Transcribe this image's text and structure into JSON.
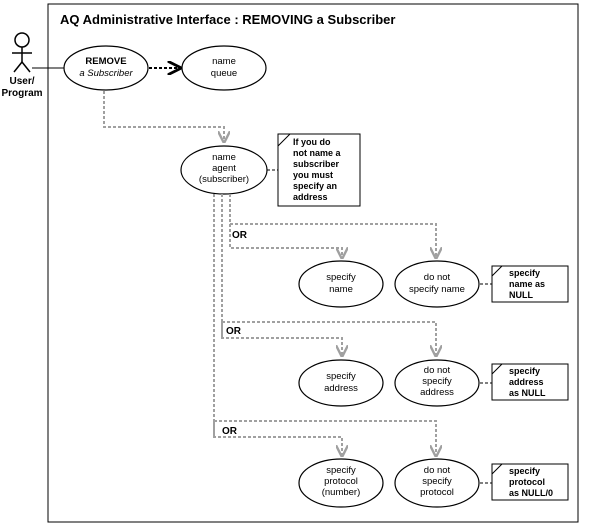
{
  "title": "AQ Administrative Interface : REMOVING a Subscriber",
  "actor": {
    "label_line1": "User/",
    "label_line2": "Program"
  },
  "nodes": {
    "remove": {
      "line1": "REMOVE",
      "line2": "a Subscriber"
    },
    "queue": {
      "line1": "name",
      "line2": "queue"
    },
    "agent": {
      "line1": "name",
      "line2": "agent",
      "line3": "(subscriber)"
    },
    "specify_name": {
      "line1": "specify",
      "line2": "name"
    },
    "not_name": {
      "line1": "do not",
      "line2": "specify name"
    },
    "specify_address": {
      "line1": "specify",
      "line2": "address"
    },
    "not_address": {
      "line1": "do not",
      "line2": "specify",
      "line3": "address"
    },
    "specify_protocol": {
      "line1": "specify",
      "line2": "protocol",
      "line3": "(number)"
    },
    "not_protocol": {
      "line1": "do not",
      "line2": "specify",
      "line3": "protocol"
    }
  },
  "notes": {
    "agent_note": [
      "If you do",
      "not name a",
      "subscriber",
      "you must",
      "specify an",
      "address"
    ],
    "name_note": [
      "specify",
      "name as",
      "NULL"
    ],
    "address_note": [
      "specify",
      "address",
      "as NULL"
    ],
    "protocol_note": [
      "specify",
      "protocol",
      "as NULL/0"
    ]
  },
  "or_labels": [
    "OR",
    "OR",
    "OR"
  ]
}
